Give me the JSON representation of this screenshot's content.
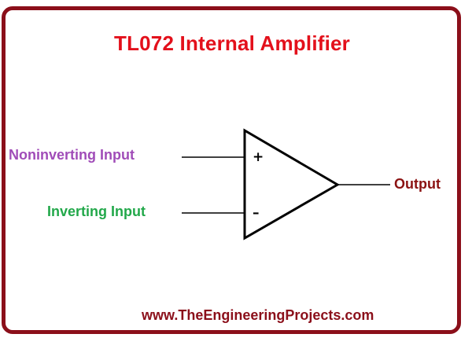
{
  "diagram": {
    "title": "TL072 Internal Amplifier",
    "inputs": {
      "noninverting_label": "Noninverting Input",
      "inverting_label": "Inverting Input"
    },
    "output_label": "Output",
    "signs": {
      "plus": "+",
      "minus": "–"
    },
    "footer": "www.TheEngineeringProjects.com"
  },
  "colors": {
    "frame": "#8b0f1a",
    "title": "#e3101b",
    "noninverting": "#a04cb8",
    "inverting": "#22a84a",
    "output": "#8b1212",
    "footer": "#8b0f1a"
  }
}
